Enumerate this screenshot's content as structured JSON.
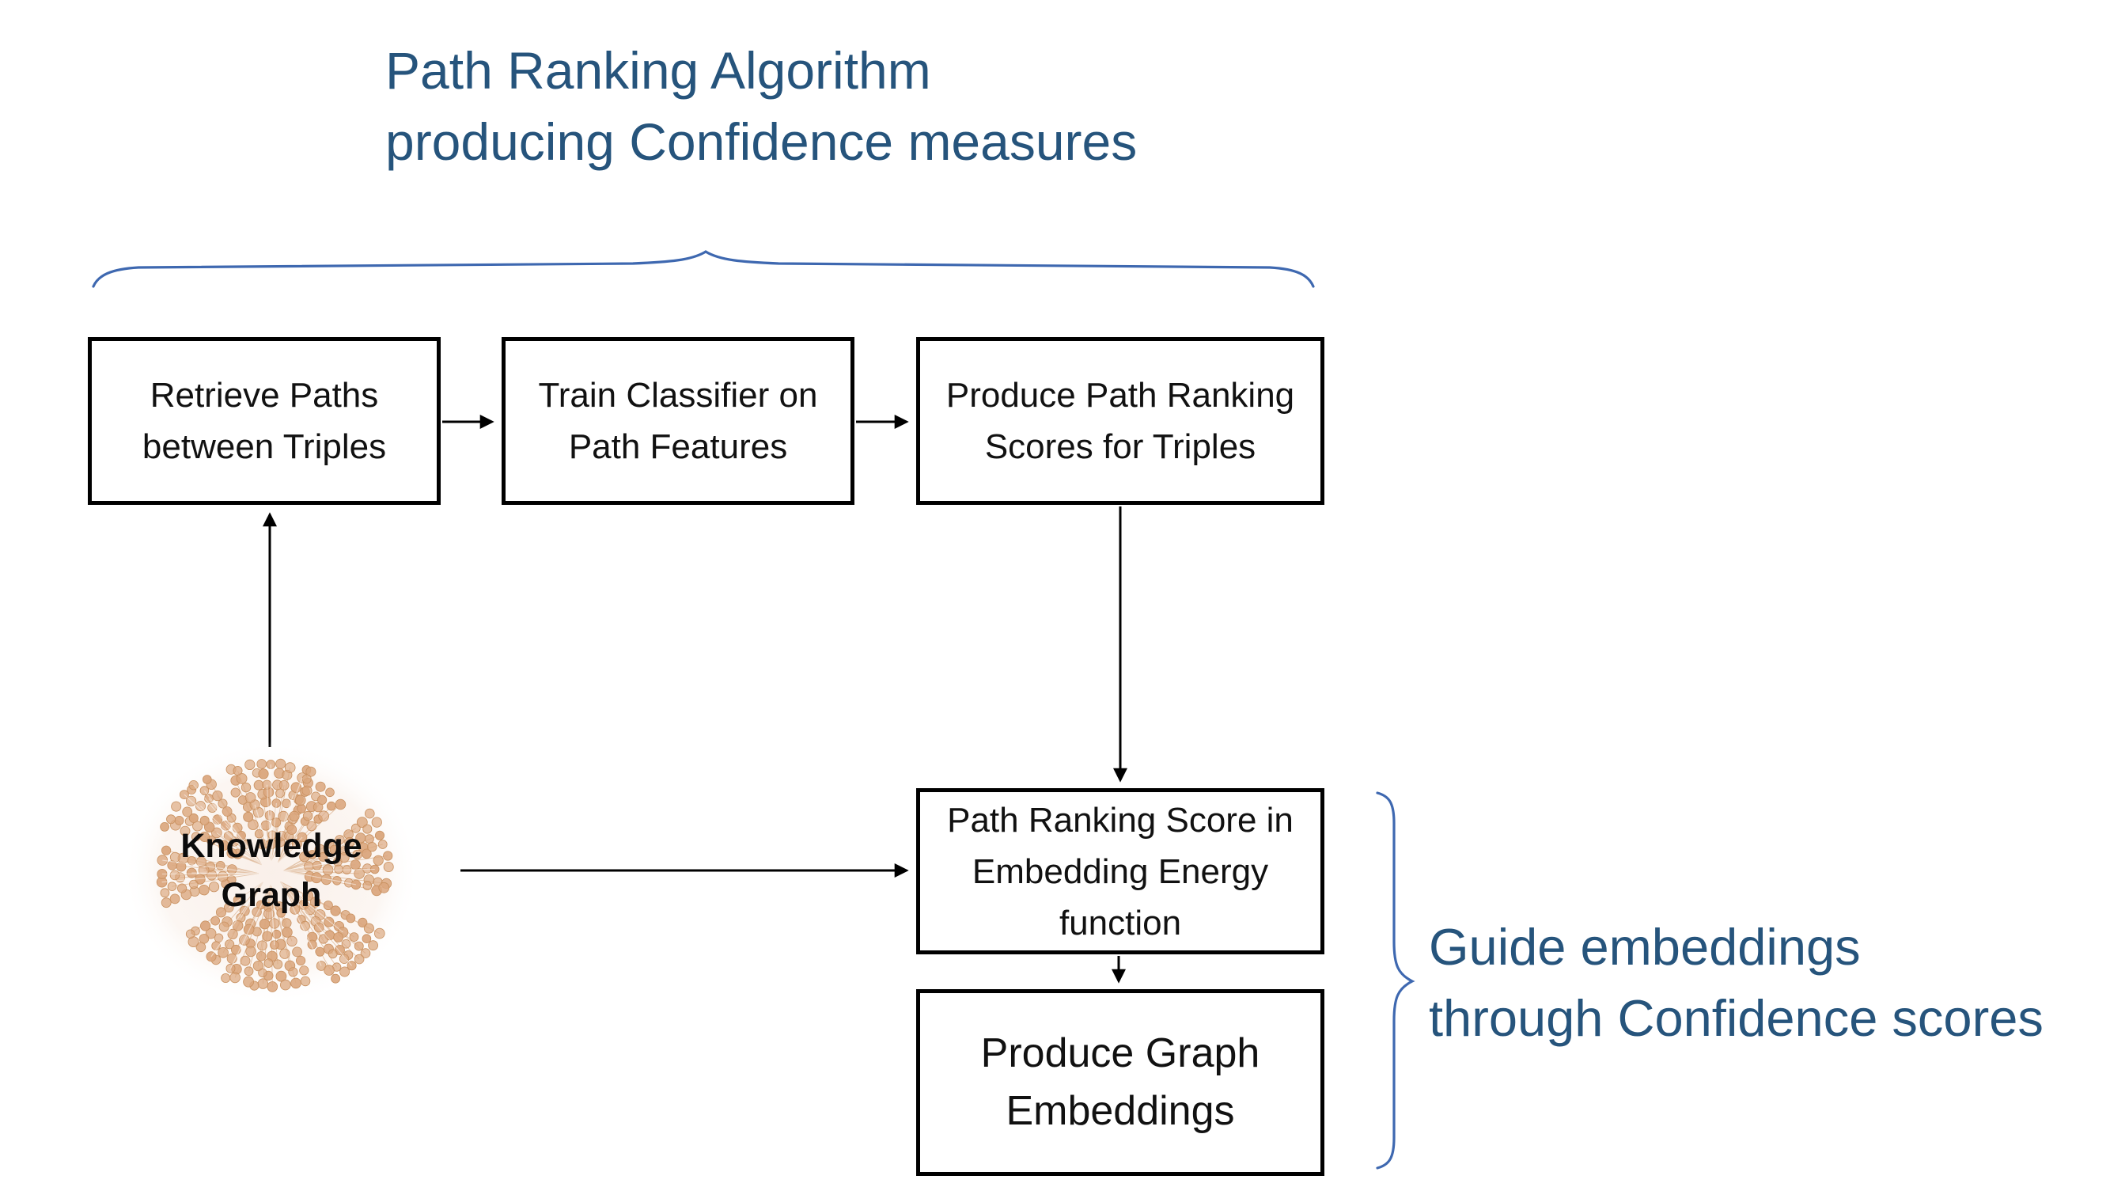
{
  "title": {
    "text": "Path Ranking Algorithm\nproducing Confidence measures"
  },
  "flow_boxes": [
    {
      "id": "retrieve-paths",
      "label": "Retrieve Paths\nbetween Triples"
    },
    {
      "id": "train-classifier",
      "label": "Train Classifier on\nPath Features"
    },
    {
      "id": "produce-scores",
      "label": "Produce Path Ranking\nScores for Triples"
    },
    {
      "id": "energy-function",
      "label": "Path Ranking Score in\nEmbedding Energy\nfunction"
    },
    {
      "id": "produce-embeddings",
      "label": "Produce Graph\nEmbeddings"
    }
  ],
  "knowledge_graph": {
    "label": "Knowledge\nGraph"
  },
  "side_annotation": {
    "text": "Guide embeddings\nthrough Confidence scores"
  },
  "colors": {
    "title_blue": "#26547C",
    "brace_blue": "#3E68B0",
    "box_border": "#000000",
    "arrow_black": "#000000",
    "kg_dot_fill": "#DBA77E",
    "kg_dot_edge": "#C8905F",
    "kg_line": "#E3C2A6",
    "kg_halo": "#F9EFE8"
  }
}
